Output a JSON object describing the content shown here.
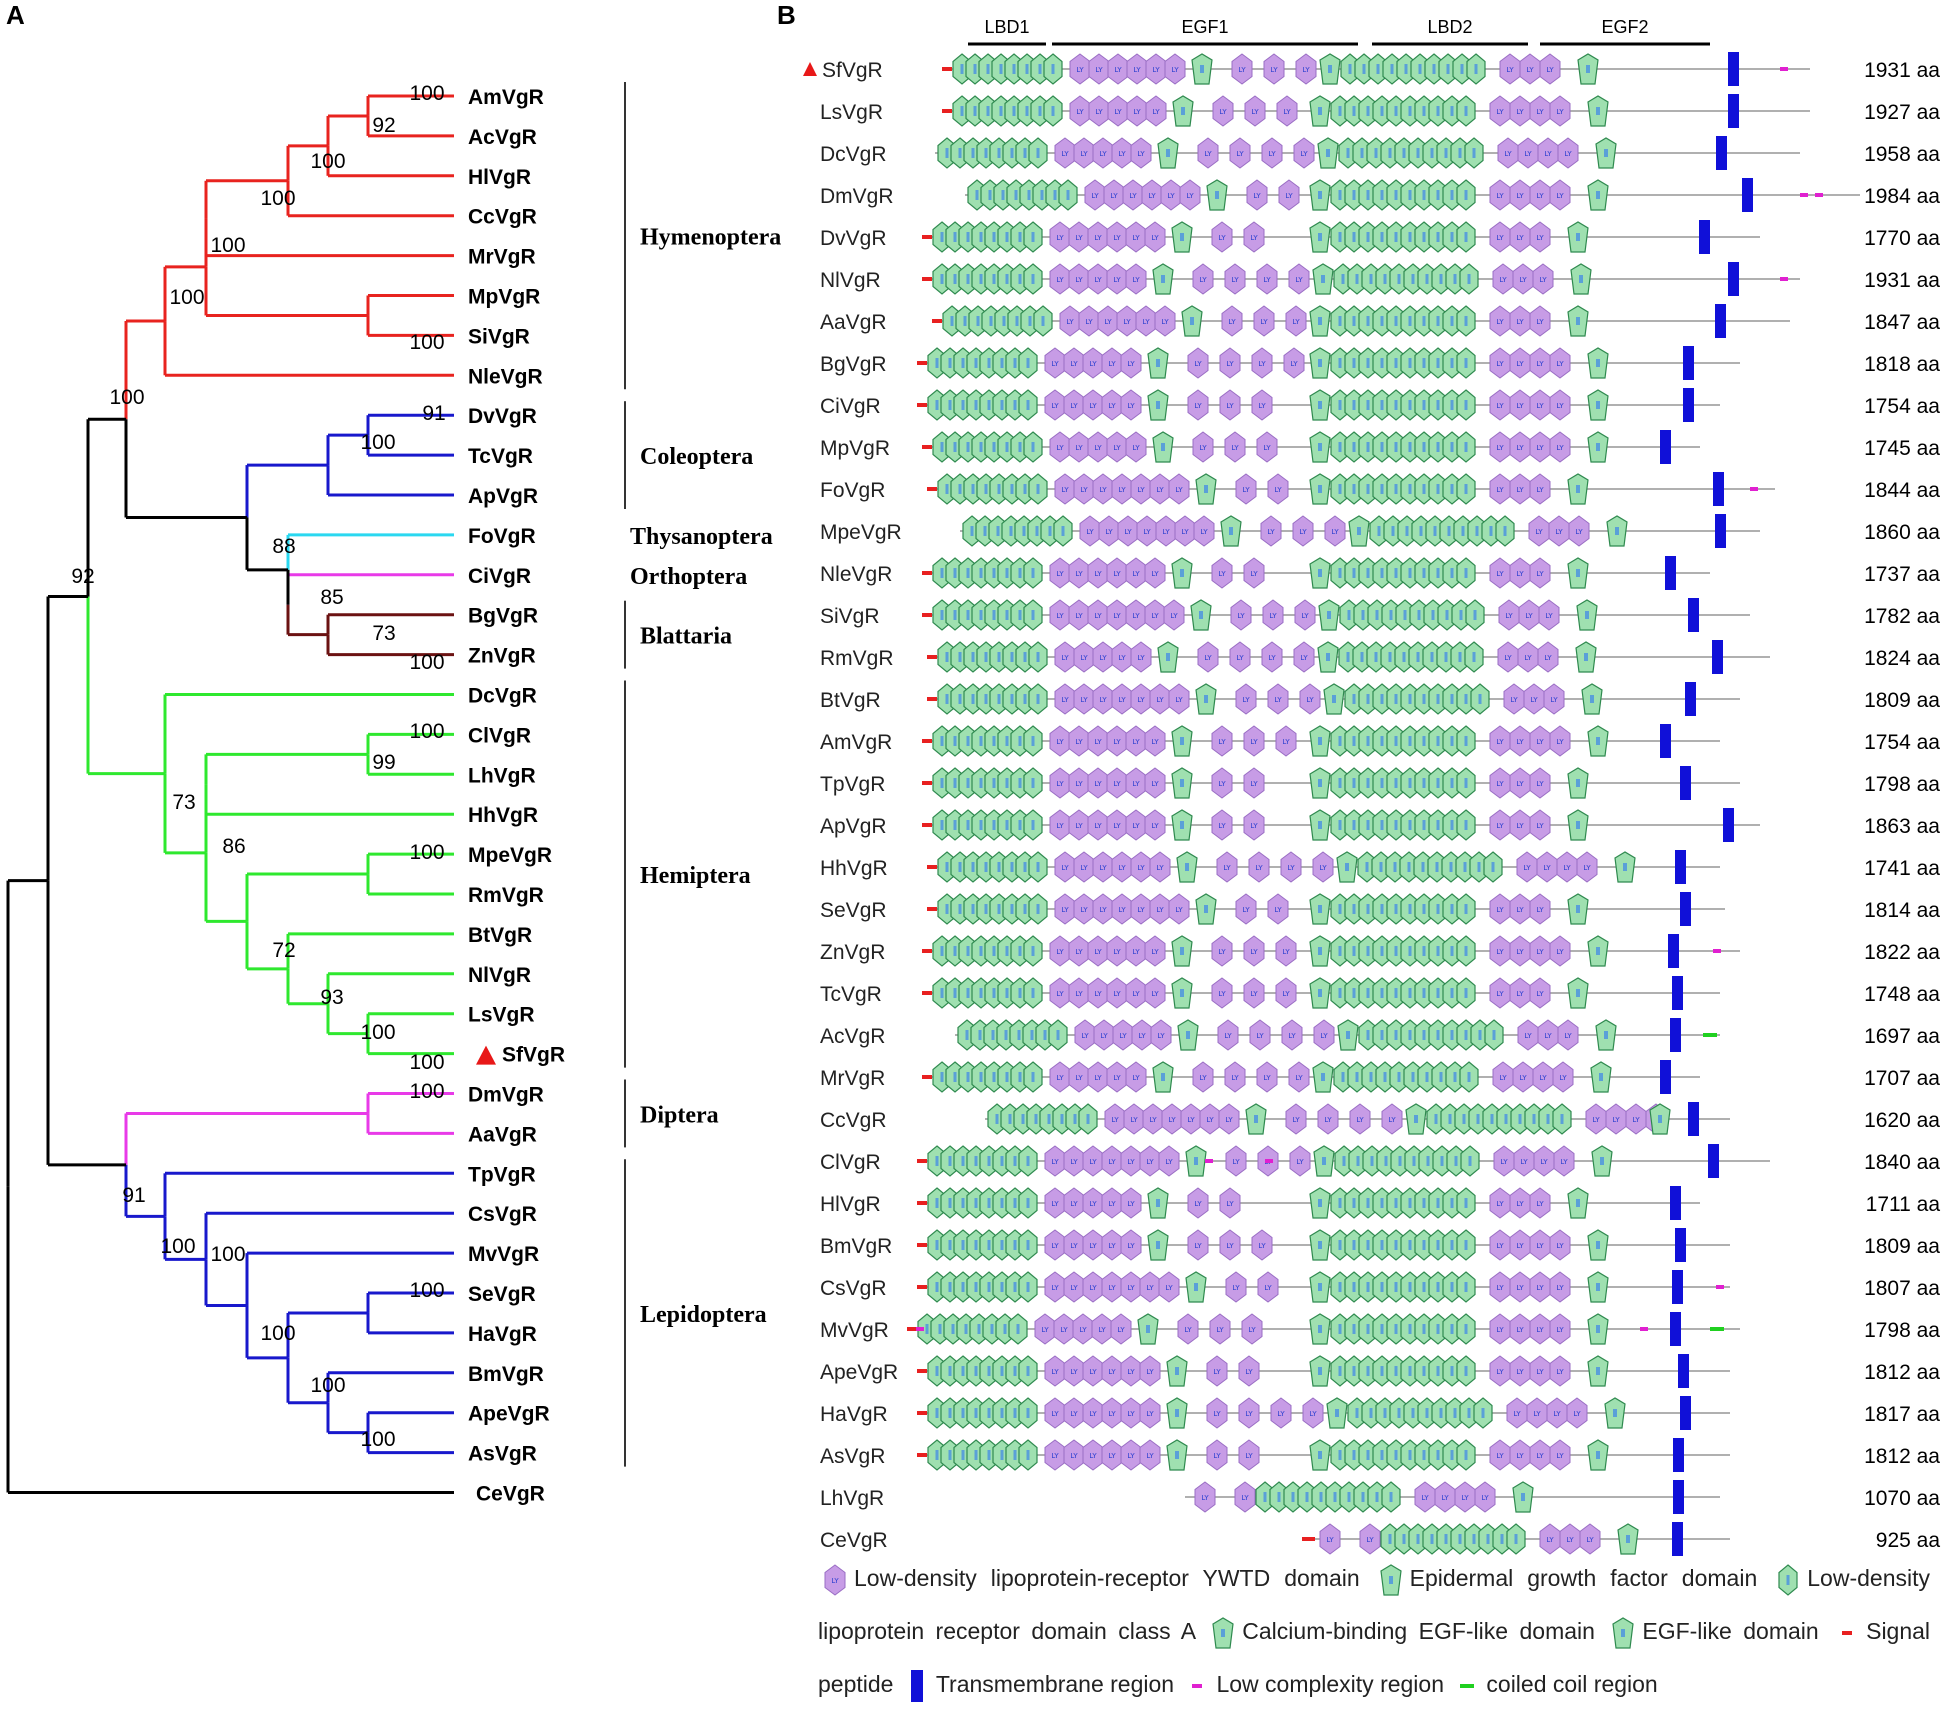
{
  "panels": {
    "a": "A",
    "b": "B"
  },
  "tree": {
    "leaves": [
      "AmVgR",
      "AcVgR",
      "HlVgR",
      "CcVgR",
      "MrVgR",
      "MpVgR",
      "SiVgR",
      "NleVgR",
      "DvVgR",
      "TcVgR",
      "ApVgR",
      "FoVgR",
      "CiVgR",
      "BgVgR",
      "ZnVgR",
      "DcVgR",
      "ClVgR",
      "LhVgR",
      "HhVgR",
      "MpeVgR",
      "RmVgR",
      "BtVgR",
      "NlVgR",
      "LsVgR",
      "SfVgR",
      "DmVgR",
      "AaVgR",
      "TpVgR",
      "CsVgR",
      "MvVgR",
      "SeVgR",
      "HaVgR",
      "BmVgR",
      "ApeVgR",
      "AsVgR",
      "CeVgR"
    ],
    "highlight_leaf": "SfVgR",
    "bootstrap": [
      "100",
      "92",
      "100",
      "100",
      "100",
      "100",
      "100",
      "100",
      "91",
      "100",
      "88",
      "85",
      "73",
      "100",
      "92",
      "100",
      "99",
      "73",
      "86",
      "100",
      "72",
      "93",
      "100",
      "100",
      "100",
      "91",
      "100",
      "100",
      "100",
      "100",
      "100",
      "100",
      "100"
    ],
    "orders": [
      "Hymenoptera",
      "Coleoptera",
      "Thysanoptera",
      "Orthoptera",
      "Blattaria",
      "Hemiptera",
      "Diptera",
      "Lepidoptera"
    ],
    "colors": {
      "Hymenoptera": "#e8231f",
      "Coleoptera": "#1818cc",
      "Thysanoptera": "#2ad8f0",
      "Orthoptera": "#e83ae8",
      "Blattaria": "#6b1212",
      "Hemiptera": "#2ee82e",
      "Diptera": "#e83ae8",
      "Lepidoptera": "#1818cc",
      "backbone": "#000000"
    }
  },
  "domains": {
    "regions": [
      "LBD1",
      "EGF1",
      "LBD2",
      "EGF2"
    ],
    "proteins": [
      {
        "name": "SfVgR",
        "length": "1931 aa"
      },
      {
        "name": "LsVgR",
        "length": "1927 aa"
      },
      {
        "name": "DcVgR",
        "length": "1958 aa"
      },
      {
        "name": "DmVgR",
        "length": "1984 aa"
      },
      {
        "name": "DvVgR",
        "length": "1770 aa"
      },
      {
        "name": "NlVgR",
        "length": "1931 aa"
      },
      {
        "name": "AaVgR",
        "length": "1847 aa"
      },
      {
        "name": "BgVgR",
        "length": "1818 aa"
      },
      {
        "name": "CiVgR",
        "length": "1754 aa"
      },
      {
        "name": "MpVgR",
        "length": "1745 aa"
      },
      {
        "name": "FoVgR",
        "length": "1844 aa"
      },
      {
        "name": "MpeVgR",
        "length": "1860 aa"
      },
      {
        "name": "NleVgR",
        "length": "1737 aa"
      },
      {
        "name": "SiVgR",
        "length": "1782 aa"
      },
      {
        "name": "RmVgR",
        "length": "1824 aa"
      },
      {
        "name": "BtVgR",
        "length": "1809 aa"
      },
      {
        "name": "AmVgR",
        "length": "1754 aa"
      },
      {
        "name": "TpVgR",
        "length": "1798 aa"
      },
      {
        "name": "ApVgR",
        "length": "1863 aa"
      },
      {
        "name": "HhVgR",
        "length": "1741 aa"
      },
      {
        "name": "SeVgR",
        "length": "1814 aa"
      },
      {
        "name": "ZnVgR",
        "length": "1822 aa"
      },
      {
        "name": "TcVgR",
        "length": "1748 aa"
      },
      {
        "name": "AcVgR",
        "length": "1697 aa"
      },
      {
        "name": "MrVgR",
        "length": "1707 aa"
      },
      {
        "name": "CcVgR",
        "length": "1620 aa"
      },
      {
        "name": "ClVgR",
        "length": "1840 aa"
      },
      {
        "name": "HlVgR",
        "length": "1711 aa"
      },
      {
        "name": "BmVgR",
        "length": "1809 aa"
      },
      {
        "name": "CsVgR",
        "length": "1807 aa"
      },
      {
        "name": "MvVgR",
        "length": "1798 aa"
      },
      {
        "name": "ApeVgR",
        "length": "1812 aa"
      },
      {
        "name": "HaVgR",
        "length": "1817 aa"
      },
      {
        "name": "AsVgR",
        "length": "1812 aa"
      },
      {
        "name": "LhVgR",
        "length": "1070 aa"
      },
      {
        "name": "CeVgR",
        "length": "925 aa"
      }
    ],
    "colors": {
      "ly": "#c79ce6",
      "egf": "#9fe0b0",
      "egf_stroke": "#2f8a4f",
      "signal": "#e82020",
      "tm": "#1010d8",
      "low_complexity": "#e020d0",
      "coiled_coil": "#20d020",
      "backbone": "#b0b0b0",
      "icon_text": "#2a3fd0"
    },
    "legend": {
      "ly_domain": "Low-density lipoprotein-receptor YWTD domain",
      "egf_domain": "Epidermal growth factor domain",
      "ldla": "Low-density lipoprotein receptor domain class A",
      "ca_egf": "Calcium-binding EGF-like domain",
      "egf_like": "EGF-like domain",
      "signal": "Signal peptide",
      "tm": "Transmembrane region",
      "lowc": "Low complexity region",
      "coil": "coiled coil region"
    }
  }
}
